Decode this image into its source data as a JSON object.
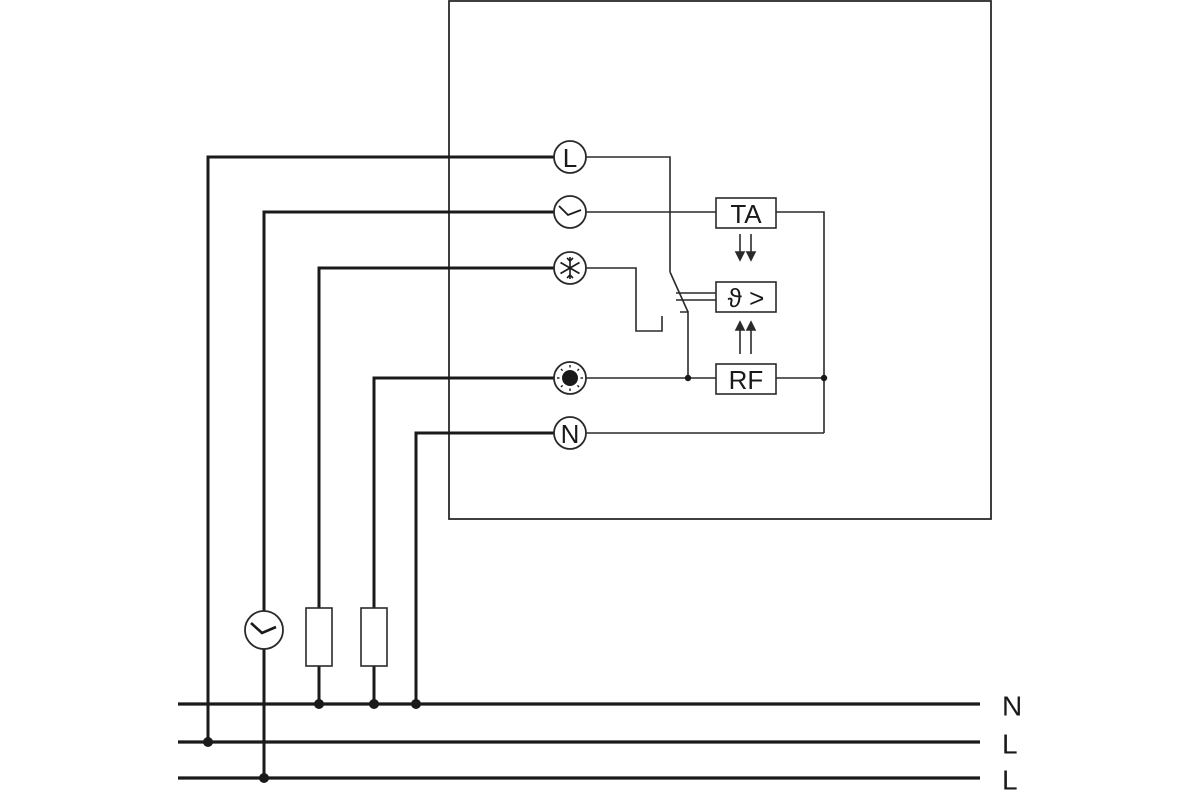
{
  "terminals": {
    "L": "L",
    "N": "N"
  },
  "blocks": {
    "ta": "TA",
    "controller": "ϑ >",
    "rf": "RF"
  },
  "bus_labels": {
    "top": "N",
    "middle": "L",
    "bottom": "L"
  },
  "icons": {
    "terminal_2": "clock-icon",
    "terminal_3": "snowflake-icon",
    "terminal_4": "sun-icon",
    "load_timer": "clock-icon",
    "load_1": "resistor-icon",
    "load_2": "resistor-icon"
  }
}
